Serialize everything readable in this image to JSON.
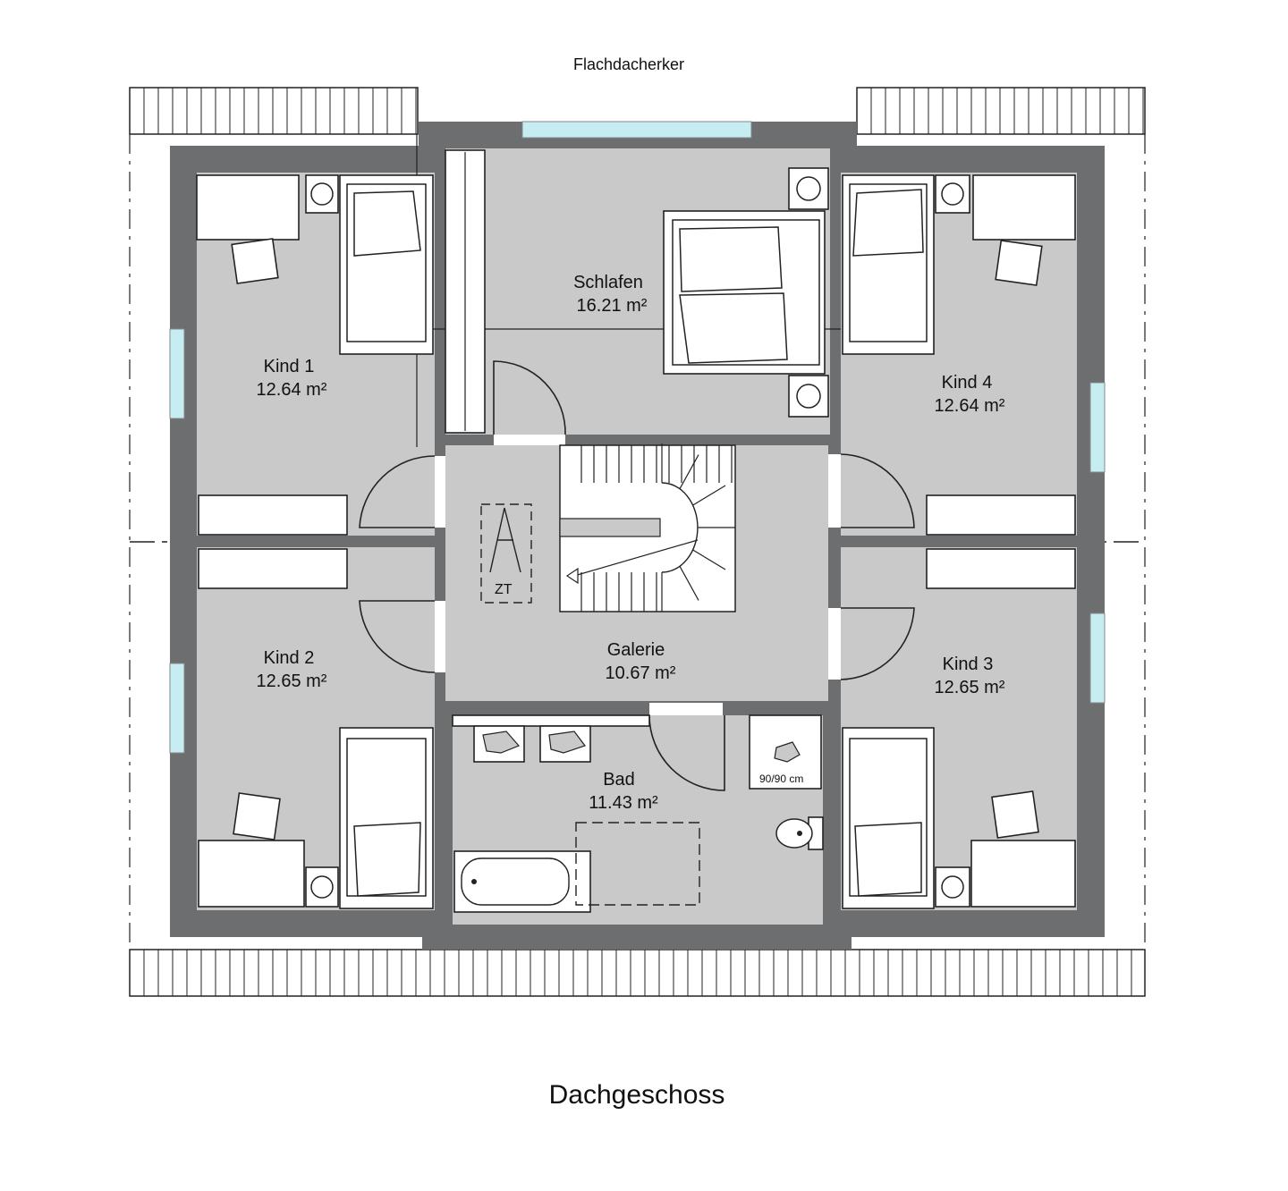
{
  "labels": {
    "dormer": "Flachdacherker",
    "floor_name": "Dachgeschoss",
    "shower_size": "90/90 cm",
    "attic_stair": "ZT"
  },
  "rooms": [
    {
      "key": "schlafen",
      "name": "Schlafen",
      "area": "16.21 m²"
    },
    {
      "key": "kind1",
      "name": "Kind 1",
      "area": "12.64 m²"
    },
    {
      "key": "kind4",
      "name": "Kind 4",
      "area": "12.64 m²"
    },
    {
      "key": "kind2",
      "name": "Kind 2",
      "area": "12.65 m²"
    },
    {
      "key": "kind3",
      "name": "Kind 3",
      "area": "12.65 m²"
    },
    {
      "key": "galerie",
      "name": "Galerie",
      "area": "10.67 m²"
    },
    {
      "key": "bad",
      "name": "Bad",
      "area": "11.43 m²"
    }
  ],
  "colors": {
    "wall": "#6d6e70",
    "floor": "#c9c9ca",
    "window": "#c6edf2",
    "furniture": "#ffffff"
  }
}
